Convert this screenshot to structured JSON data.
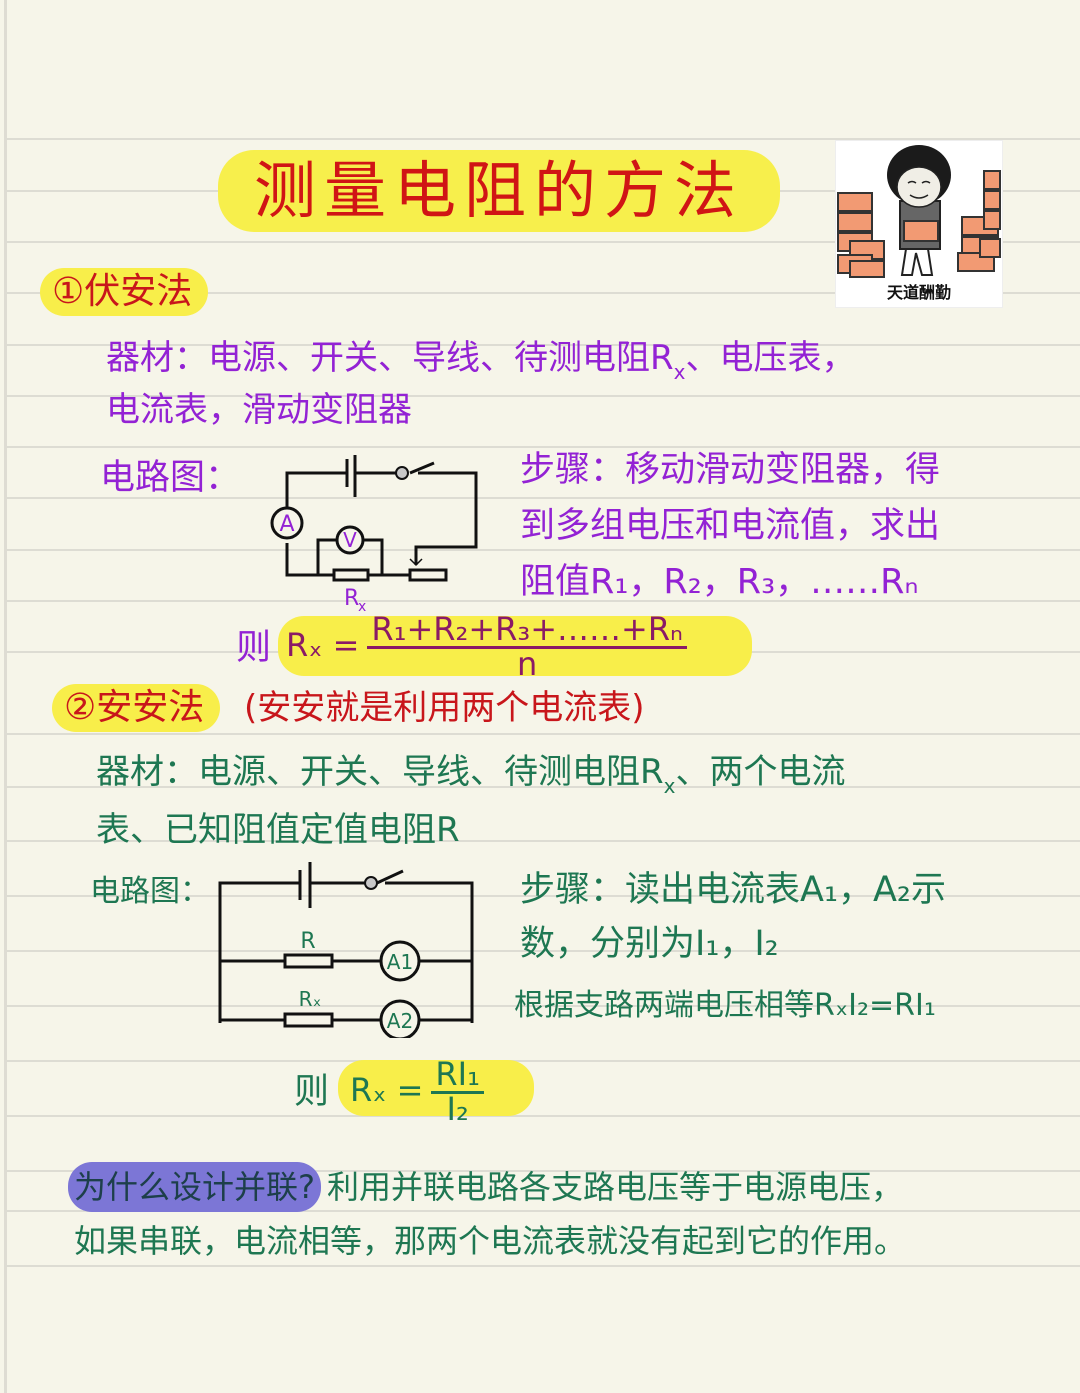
{
  "title": "测量电阻的方法",
  "meme": {
    "caption": "天道酬勤",
    "icon": "brick-carrying-meme-icon"
  },
  "colors": {
    "paper": "#f6f5e9",
    "rule": "#dddcd3",
    "title_red": "#d01515",
    "highlight_yellow": "#f8ee4a",
    "section1_purple": "#9322d4",
    "section2_green": "#1e7752",
    "highlight_purple": "#7c76d6"
  },
  "section1": {
    "heading": "①伏安法",
    "materials_line1": "器材：电源、开关、导线、待测电阻R",
    "materials_sub": "x",
    "materials_line1_tail": "、电压表，",
    "materials_line2": "电流表，滑动变阻器",
    "circuit_label": "电路图：",
    "circuit": {
      "ammeter": "A",
      "voltmeter": "V",
      "resistor_label": "R",
      "resistor_sub": "x"
    },
    "steps_line1": "步骤：移动滑动变阻器，得",
    "steps_line2": "到多组电压和电流值，求出",
    "steps_line3_prefix": "阻值",
    "steps_values": [
      "R₁",
      "R₂",
      "R₃",
      "……Rₙ"
    ],
    "formula_prefix": "则",
    "formula_lhs": "Rₓ =",
    "formula_numerator": "R₁+R₂+R₃+……+Rₙ",
    "formula_denominator": "n"
  },
  "section2": {
    "heading": "②安安法",
    "heading_note": "(安安就是利用两个电流表)",
    "materials_line1": "器材：电源、开关、导线、待测电阻R",
    "materials_sub": "x",
    "materials_line1_tail": "、两个电流",
    "materials_line2": "表、已知阻值定值电阻R",
    "circuit_label": "电路图：",
    "circuit": {
      "r_label": "R",
      "rx_label": "Rₓ",
      "a1": "A1",
      "a2": "A2"
    },
    "steps_line1": "步骤：读出电流表A₁，A₂示",
    "steps_line2": "数，分别为I₁，I₂",
    "steps_line3": "根据支路两端电压相等RₓI₂=RI₁",
    "formula_prefix": "则",
    "formula_lhs": "Rₓ =",
    "formula_numerator": "RI₁",
    "formula_denominator": "I₂"
  },
  "why": {
    "question": "为什么设计并联?",
    "answer_line1": "利用并联电路各支路电压等于电源电压，",
    "answer_line2": "如果串联，电流相等，那两个电流表就没有起到它的作用。"
  }
}
